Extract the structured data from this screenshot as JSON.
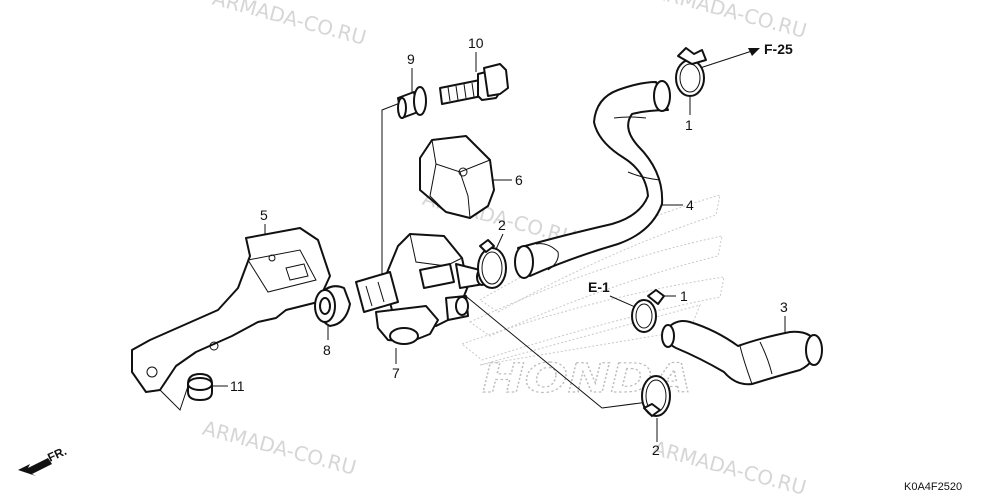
{
  "watermarks": [
    "ARMADA-CO.RU",
    "ARMADA-CO.RU",
    "ARMADA-CO.RU",
    "ARMADA-CO.RU",
    "ARMADA-CO.RU"
  ],
  "brand_watermark": "HONDA",
  "refs": {
    "f25": "F-25",
    "e1": "E-1"
  },
  "callouts": {
    "c1a": "1",
    "c1b": "1",
    "c2a": "2",
    "c2b": "2",
    "c3": "3",
    "c4": "4",
    "c5": "5",
    "c6": "6",
    "c7": "7",
    "c8": "8",
    "c9": "9",
    "c10": "10",
    "c11": "11"
  },
  "front_arrow_label": "FR.",
  "diagram_code": "K0A4F2520"
}
